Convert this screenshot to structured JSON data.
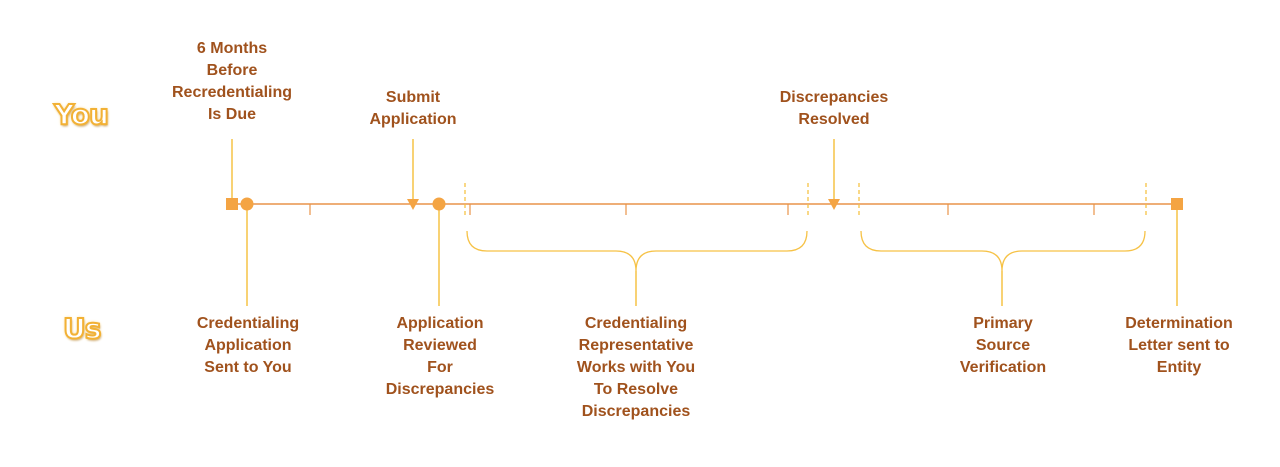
{
  "rows": {
    "you": "You",
    "us": "Us"
  },
  "milestones_top": [
    {
      "id": "six-months",
      "text": "6 Months\nBefore\nRecredentialing\nIs Due"
    },
    {
      "id": "submit",
      "text": "Submit\nApplication"
    },
    {
      "id": "resolved",
      "text": "Discrepancies\nResolved"
    }
  ],
  "milestones_bottom": [
    {
      "id": "sent",
      "text": "Credentialing\nApplication\nSent to You"
    },
    {
      "id": "reviewed",
      "text": "Application\nReviewed\nFor\nDiscrepancies"
    },
    {
      "id": "rep-works",
      "text": "Credentialing\nRepresentative\nWorks with You\nTo Resolve\nDiscrepancies"
    },
    {
      "id": "psv",
      "text": "Primary\nSource\nVerification"
    },
    {
      "id": "determination",
      "text": "Determination\nLetter sent to\nEntity"
    }
  ],
  "colors": {
    "line": "#e8944a",
    "marker": "#f4a443",
    "connector": "#f6c246",
    "text": "#a0521d",
    "row_label_outline": "#f2b135"
  }
}
